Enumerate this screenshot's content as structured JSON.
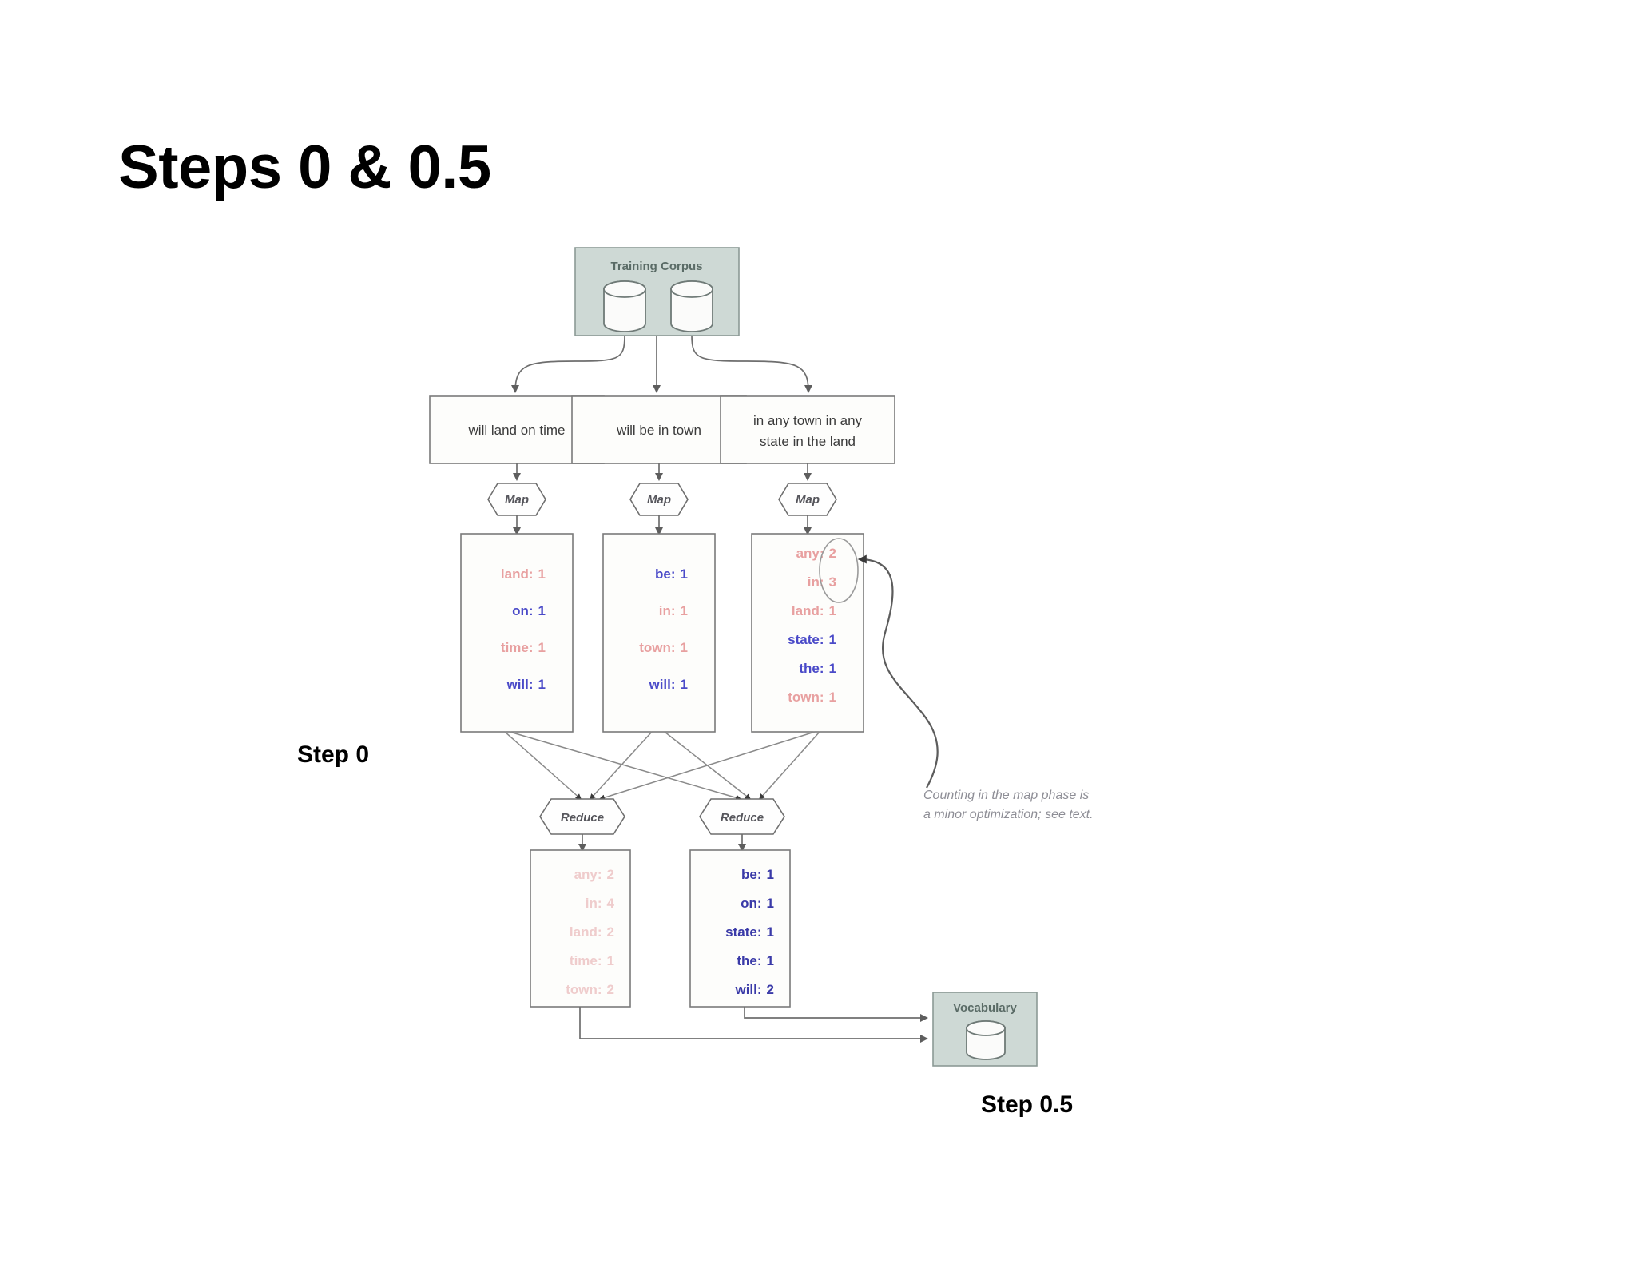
{
  "slide": {
    "title": "Steps 0 & 0.5",
    "background_color": "#ffffff"
  },
  "labels": {
    "step_zero": "Step 0",
    "step_half": "Step 0.5"
  },
  "diagram": {
    "corpus": {
      "title": "Training Corpus",
      "fill_color": "#ced9d5",
      "store_count": 2
    },
    "sentences": [
      {
        "text": "will land on time"
      },
      {
        "text": "will be in town"
      },
      {
        "line1": "in any town in any",
        "line2": "state in the land"
      }
    ],
    "map_nodes": [
      {
        "label": "Map"
      },
      {
        "label": "Map"
      },
      {
        "label": "Map"
      }
    ],
    "map_outputs": [
      {
        "entries": [
          {
            "key": "land:",
            "value": "1",
            "color": "#e8a0a0"
          },
          {
            "key": "on:",
            "value": "1",
            "color": "#4a4ac8"
          },
          {
            "key": "time:",
            "value": "1",
            "color": "#e8a0a0"
          },
          {
            "key": "will:",
            "value": "1",
            "color": "#4a4ac8"
          }
        ]
      },
      {
        "entries": [
          {
            "key": "be:",
            "value": "1",
            "color": "#4a4ac8"
          },
          {
            "key": "in:",
            "value": "1",
            "color": "#e8a0a0"
          },
          {
            "key": "town:",
            "value": "1",
            "color": "#e8a0a0"
          },
          {
            "key": "will:",
            "value": "1",
            "color": "#4a4ac8"
          }
        ]
      },
      {
        "entries": [
          {
            "key": "any:",
            "value": "2",
            "color": "#e8a0a0"
          },
          {
            "key": "in:",
            "value": "3",
            "color": "#e8a0a0"
          },
          {
            "key": "land:",
            "value": "1",
            "color": "#e8a0a0"
          },
          {
            "key": "state:",
            "value": "1",
            "color": "#4a4ac8"
          },
          {
            "key": "the:",
            "value": "1",
            "color": "#4a4ac8"
          },
          {
            "key": "town:",
            "value": "1",
            "color": "#e8a0a0"
          }
        ]
      }
    ],
    "reduce_nodes": [
      {
        "label": "Reduce"
      },
      {
        "label": "Reduce"
      }
    ],
    "reduce_outputs": [
      {
        "entries": [
          {
            "key": "any:",
            "value": "2",
            "color": "#e8a0a0"
          },
          {
            "key": "in:",
            "value": "4",
            "color": "#e8a0a0"
          },
          {
            "key": "land:",
            "value": "2",
            "color": "#e8a0a0"
          },
          {
            "key": "time:",
            "value": "1",
            "color": "#e8a0a0"
          },
          {
            "key": "town:",
            "value": "2",
            "color": "#e8a0a0"
          }
        ]
      },
      {
        "entries": [
          {
            "key": "be:",
            "value": "1",
            "color": "#4a4ac8"
          },
          {
            "key": "on:",
            "value": "1",
            "color": "#4a4ac8"
          },
          {
            "key": "state:",
            "value": "1",
            "color": "#4a4ac8"
          },
          {
            "key": "the:",
            "value": "1",
            "color": "#4a4ac8"
          },
          {
            "key": "will:",
            "value": "2",
            "color": "#4a4ac8"
          }
        ]
      }
    ],
    "vocabulary": {
      "title": "Vocabulary",
      "fill_color": "#ced9d5",
      "store_count": 1
    },
    "annotation": {
      "line1": "Counting in the map phase is",
      "line2": "a minor optimization; see text."
    }
  }
}
